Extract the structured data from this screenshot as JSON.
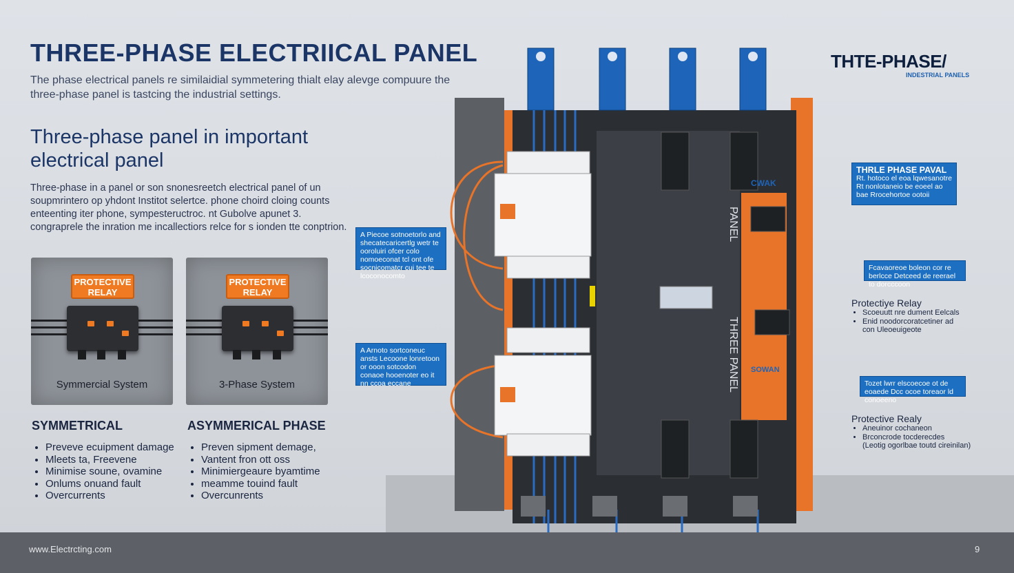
{
  "header": {
    "title": "THREE-PHASE ELECTRIICAL PANEL",
    "intro": "The phase electrical panels re similaidial symmetering thialt elay alevge compuure the three-phase panel is tastcing the industrial settings."
  },
  "section": {
    "subheading": "Three-phase panel in important electrical panel",
    "paragraph": "Three-phase in a panel or son snonesreetch electrical panel of un soupmrintero op yhdont Institot selertce. phone choird cloing counts enteenting iter phone, sympesteructroc. nt Gubolve apunet 3. congraprele the inration me incallectiors relce for s ionden tte conptrion."
  },
  "cards": [
    {
      "badge_line1": "PROTECTIVE",
      "badge_line2": "RELAY",
      "caption": "Symmercial System"
    },
    {
      "badge_line1": "PROTECTIVE",
      "badge_line2": "RELAY",
      "caption": "3-Phase System"
    }
  ],
  "columns": [
    {
      "title": "SYMMETRICAL",
      "items": [
        "Preveve ecuipment damage",
        "Mleets ta, Freevene",
        "Minimise soune, ovamine",
        "Onlums onuand fault",
        "Overcurrents"
      ]
    },
    {
      "title": "ASYMMERICAL PHASE",
      "items": [
        "Preven sipment demage,",
        "Vantent fron ott oss",
        "Minimiergeaure byamtime",
        "meamme touind fault",
        "Overcunrents"
      ]
    }
  ],
  "brand": {
    "main": "THTE-PHASE/",
    "sub": "INDESTRIAL PANELS"
  },
  "callouts_left": [
    {
      "text": "A Piecoe sotnoetorlo and shecatecaricertlg wetr te ooroluiri ofcer colo nomoeconat tcl ont ofe socnicomatcr cui tee te lcoconocomto"
    },
    {
      "text": "A Arnoto sortconeuc ansts Lecoone lonretoon or ooon sotcodon conaoe hooenoter eo it nn ccoa eccane"
    }
  ],
  "callouts_right": [
    {
      "title": "THRLE PHASE PAVAL",
      "text": "Rt. hotoco el eoa lqwesanotre Rt nonlotaneio be eoeel ao bae Rrocehortoe ootoii"
    },
    {
      "text": "Fcavaoreoe boleon cor re berlcce Detceed de reerael to dorcccoon"
    },
    {
      "text": "Tozet lwrr elscoecoe ot de eoaede Dcc ocoe toreaor ld conoeeno"
    }
  ],
  "side_notes": [
    {
      "title": "Protectiye Relay",
      "items": [
        "Scoeuutt nre dument Eelcals",
        "Enid noodorcoratcetiner ad",
        "con Uleoeuigeote"
      ]
    },
    {
      "title": "Protective Realy",
      "items": [
        "Aneuinor cochaneon",
        "Brconcrode tocderecdes",
        "(Leotig ogorlbae toutd cireinilan)"
      ]
    }
  ],
  "panel": {
    "brand_label": "CWAK",
    "brand_label2": "SOWAN",
    "vertical_label": "PANEL",
    "vertical_label2": "THREE PANEL"
  },
  "footer": {
    "url": "www.Electrcting.com",
    "page": "9"
  },
  "colors": {
    "navy": "#1b3566",
    "accent_orange": "#f07a22",
    "callout_blue": "#1d6fc2",
    "panel_dark": "#3c4046"
  }
}
